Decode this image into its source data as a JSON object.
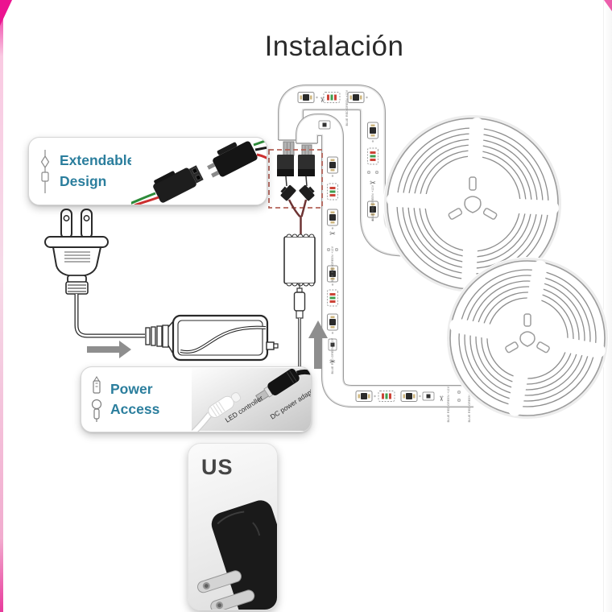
{
  "page": {
    "title": "Instalación"
  },
  "callout_extendable": {
    "line1": "Extendable",
    "line2": "Design"
  },
  "callout_power": {
    "line1": "Power",
    "line2": "Access",
    "photo_label_left": "LED controller",
    "photo_label_right": "DC power adapter"
  },
  "us_box": {
    "label": "US"
  },
  "strip_markings": {
    "lines": [
      "BLUE",
      "RED",
      "GREEN",
      "+12V"
    ],
    "full": "BLUE RED GREEN +12V"
  },
  "icons": {
    "scissors": "✂",
    "named_shapes": [
      "extendable-connector-icon",
      "power-access-icon",
      "arrow-right-icon",
      "arrow-up-icon"
    ]
  },
  "colors": {
    "accent_magenta": "#ec1390",
    "callout_text_teal": "#2b7e9d",
    "dashed_highlight_red": "#b4645a",
    "wire_green": "#2e8b3a",
    "wire_red": "#cc2f2f",
    "wire_maroon": "#6e3434",
    "line_art_gray": "#9a9a9a"
  }
}
